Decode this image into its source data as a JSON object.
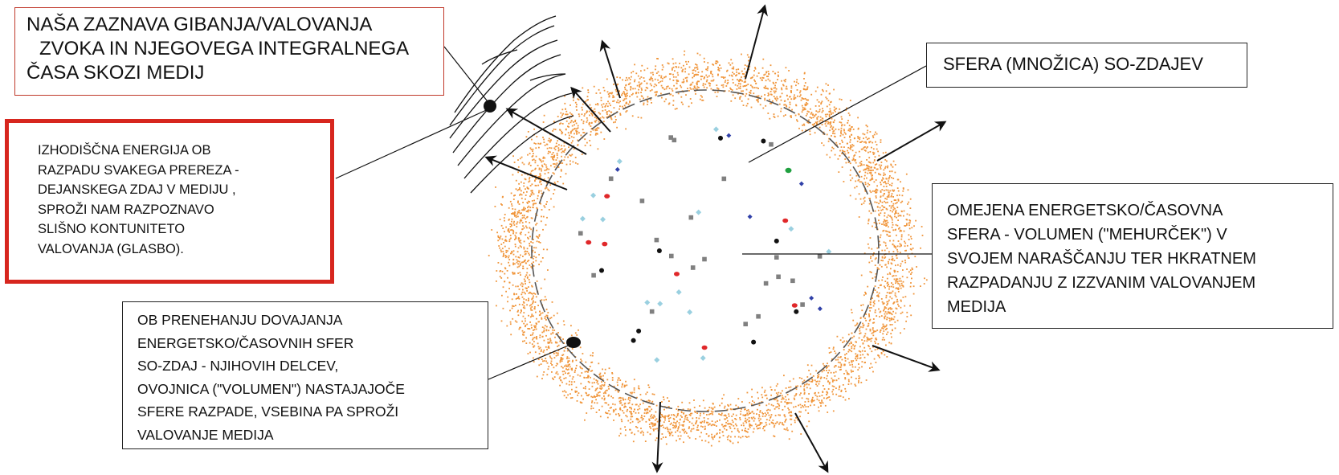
{
  "labels": {
    "sound_perception": {
      "lines": [
        "NAŠA ZAZNAVA GIBANJA/VALOVANJA",
        "ZVOKA IN  NJEGOVEGA INTEGRALNEGA",
        "ČASA  SKOZI  MEDIJ"
      ]
    },
    "initial_energy": {
      "lines": [
        "IZHODIŠČNA ENERGIJA  OB",
        "RAZPADU SVAKEGA  PREREZA -",
        "DEJANSKEGA  ZDAJ  V  MEDIJU ,",
        "SPROŽI NAM  RAZPOZNAVO",
        "SLIŠNO   KONTUNITETO",
        "VALOVANJA  (GLASBO)."
      ]
    },
    "sphere_set": {
      "lines": [
        "SFERA  (MNOŽICA)  SO-ZDAJEV"
      ]
    },
    "bounded_sphere": {
      "lines": [
        "OMEJENA  ENERGETSKO/ČASOVNA",
        "SFERA  -  VOLUMEN  (\"MEHURČEK\")  V",
        "SVOJEM  NARAŠČANJU  TER  HKRATNEM",
        "RAZPADANJU  Z  IZZVANIM  VALOVANJEM",
        "MEDIJA"
      ]
    },
    "stop_supply": {
      "lines": [
        "OB  PRENEHANJU  DOVAJANJA",
        "ENERGETSKO/ČASOVNIH  SFER",
        "SO-ZDAJ - NJIHOVIH  DELCEV,",
        "OVOJNICA  (\"VOLUMEN\")  NASTAJAJOČE",
        "SFERE  RAZPADE,  VSEBINA  PA  SPROŽI",
        "VALOVANJE  MEDIJA"
      ]
    }
  },
  "colors": {
    "shell_dots": "#f0953a",
    "dashed_boundary": "#555555",
    "sound_box_border": "#c0392b",
    "energy_box_border": "#d7261e",
    "particle_cyan": "#9ad0e0",
    "particle_gray": "#808080",
    "particle_red": "#e0282a",
    "particle_blue": "#3040a8",
    "particle_green": "#20a040",
    "particle_black": "#111111"
  }
}
